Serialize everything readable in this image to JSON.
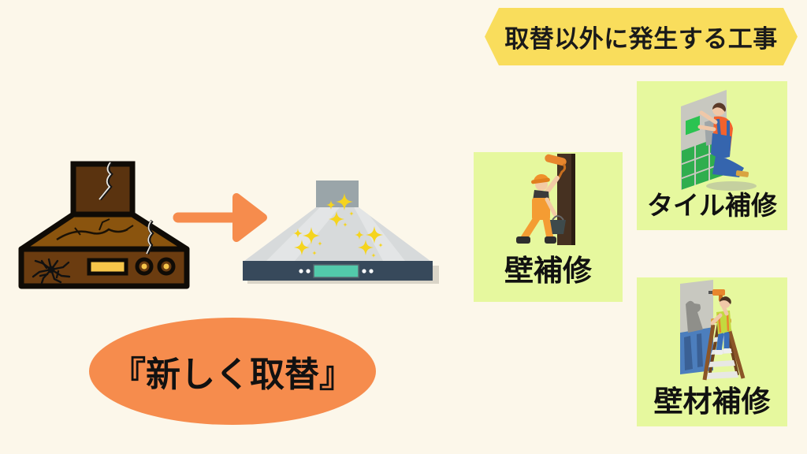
{
  "page": {
    "background_color": "#FCF7EA"
  },
  "banner": {
    "label": "取替以外に発生する工事",
    "bg_color": "#F9DD5C",
    "text_color": "#1A1A1A"
  },
  "replacement_flow": {
    "old_hood_icon": "cracked-range-hood",
    "arrow_icon": "right-arrow",
    "arrow_color": "#F68C4D",
    "new_hood_icon": "sparkling-range-hood",
    "caption": {
      "label": "『新しく取替』",
      "bg_color": "#F68C4D",
      "text_color": "#111111"
    }
  },
  "work_items": [
    {
      "label": "壁補修",
      "icon": "wall-painting-worker",
      "bg_color": "#E6F89E"
    },
    {
      "label": "タイル補修",
      "icon": "tile-repair-worker",
      "bg_color": "#E6F89E"
    },
    {
      "label": "壁材補修",
      "icon": "ladder-drill-worker",
      "bg_color": "#E6F89E"
    }
  ],
  "colors": {
    "old_hood_duct": "#5A330F",
    "old_hood_top": "#8A540E",
    "old_hood_panel": "#6B3C10",
    "old_display_yellow": "#F7C64A",
    "new_hood_duct": "#9AA5A9",
    "new_hood_top": "#D7DADB",
    "new_hood_panel": "#37495B",
    "new_display_teal": "#52C9AB",
    "sparkle_yellow": "#F5D41E"
  }
}
